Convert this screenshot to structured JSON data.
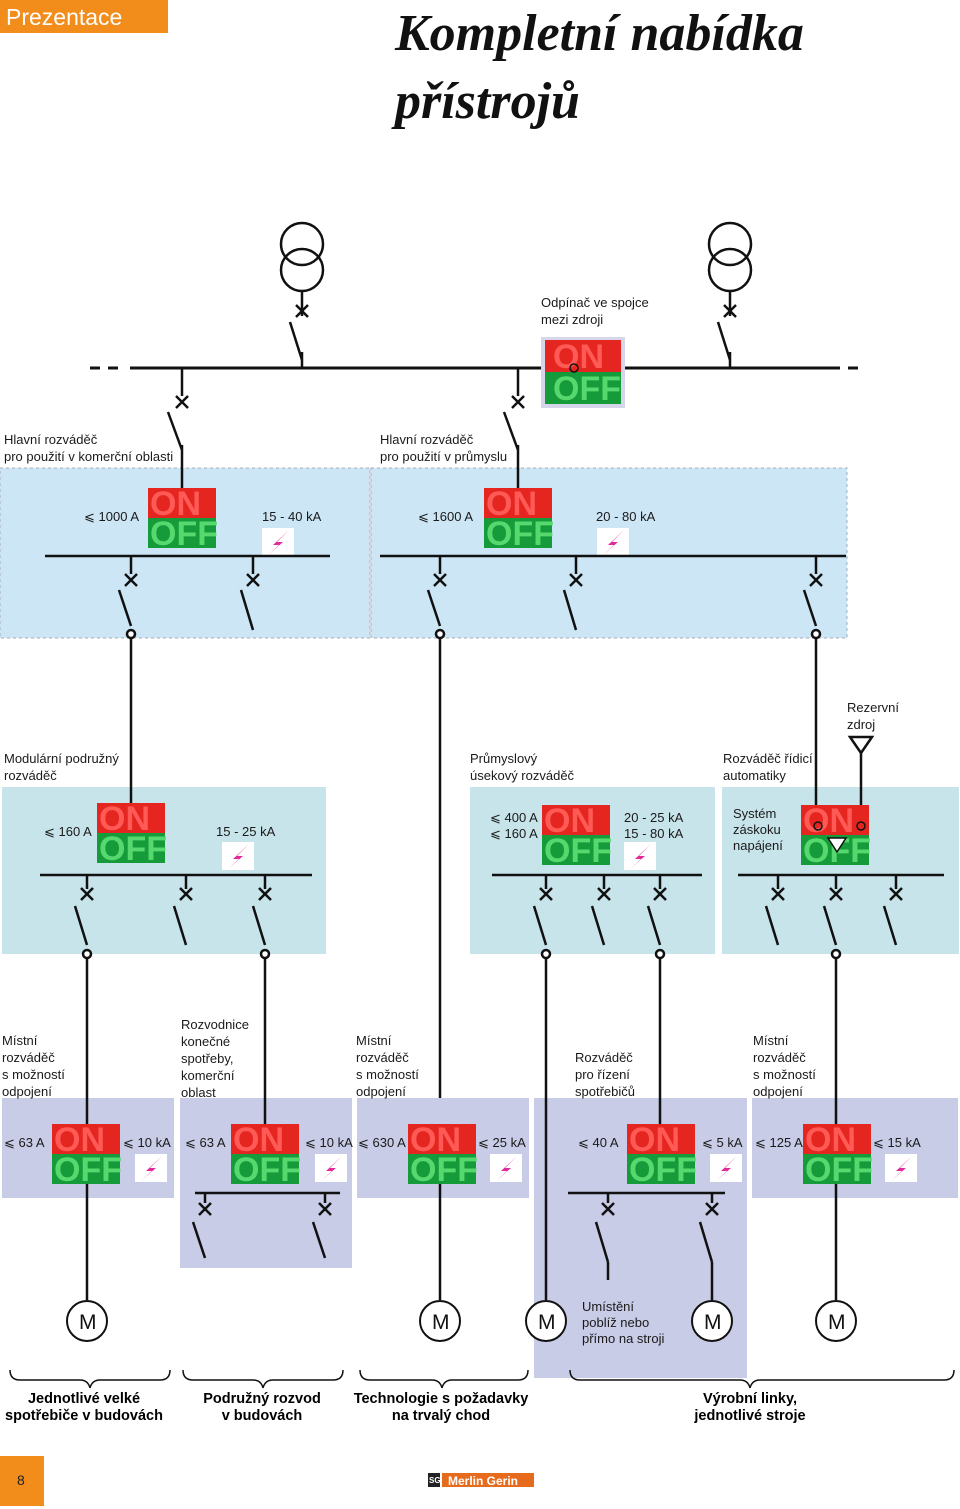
{
  "header": {
    "section": "Prezentace",
    "title_line1": "Kompletní nabídka",
    "title_line2": "přístrojů"
  },
  "colors": {
    "section_bg": "#f28c1a",
    "panel_blue": "#cce6f5",
    "panel_teal": "#c7e4ea",
    "panel_violet": "#c9cce6",
    "on_red": "#e52620",
    "off_green": "#159b3a",
    "bolt": "#e02a9a",
    "brand": "#e76b1c"
  },
  "coupler": {
    "label_l1": "Odpínač ve spojce",
    "label_l2": "mezi zdroji",
    "on": "ON",
    "off": "OFF"
  },
  "main": {
    "left": {
      "label_l1": "Hlavní rozváděč",
      "label_l2": "pro použití v komerční oblasti",
      "current": "⩽ 1000 A",
      "breaking": "15 - 40 kA"
    },
    "right": {
      "label_l1": "Hlavní rozváděč",
      "label_l2": "pro použití v průmyslu",
      "current": "⩽ 1600 A",
      "breaking": "20 - 80 kA"
    }
  },
  "level2": {
    "modular": {
      "label_l1": "Modulární podružný",
      "label_l2": "rozváděč",
      "current": "⩽ 160 A",
      "breaking": "15 - 25 kA"
    },
    "industrial": {
      "label_l1": "Průmyslový",
      "label_l2": "úsekový rozváděč",
      "current_l1": "⩽ 400 A",
      "current_l2": "⩽ 160 A",
      "breaking_l1": "20 - 25 kA",
      "breaking_l2": "15 - 80 kA"
    },
    "automation": {
      "label_l1": "Rozváděč řídicí",
      "label_l2": "automatiky",
      "system_l1": "Systém",
      "system_l2": "záskoku",
      "system_l3": "napájení"
    },
    "reserve": {
      "label_l1": "Rezervní",
      "label_l2": "zdroj"
    }
  },
  "level3": {
    "labels": [
      {
        "l1": "Místní",
        "l2": "rozváděč",
        "l3": "s možností",
        "l4": "odpojení",
        "l5": ""
      },
      {
        "l1": "Rozvodnice",
        "l2": "konečné",
        "l3": "spotřeby,",
        "l4": "komerční",
        "l5": "oblast"
      },
      {
        "l1": "Místní",
        "l2": "rozváděč",
        "l3": "s možností",
        "l4": "odpojení",
        "l5": ""
      },
      {
        "l1": "Rozváděč",
        "l2": "pro řízení",
        "l3": "spotřebičů",
        "l4": "",
        "l5": ""
      },
      {
        "l1": "Místní",
        "l2": "rozváděč",
        "l3": "s možností",
        "l4": "odpojení",
        "l5": ""
      }
    ],
    "ratings": [
      {
        "current": "⩽ 63 A",
        "breaking": "⩽ 10 kA"
      },
      {
        "current": "⩽ 63 A",
        "breaking": "⩽ 10 kA"
      },
      {
        "current": "⩽ 630 A",
        "breaking": "⩽ 25 kA"
      },
      {
        "current": "⩽ 40 A",
        "breaking": "⩽ 5 kA"
      },
      {
        "current": "⩽ 125 A",
        "breaking": "⩽ 15 kA"
      }
    ]
  },
  "motor_symbol": "M",
  "motor_note": {
    "l1": "Umístění",
    "l2": "poblíž nebo",
    "l3": "přímo na stroji"
  },
  "bottom_groups": [
    {
      "l1": "Jednotlivé velké",
      "l2": "spotřebiče v budovách"
    },
    {
      "l1": "Podružný rozvod",
      "l2": "v budovách"
    },
    {
      "l1": "Technologie s požadavky",
      "l2": "na trvalý chod"
    },
    {
      "l1": "Výrobní linky,",
      "l2": "jednotlivé stroje"
    }
  ],
  "footer": {
    "page_number": "8",
    "brand": "Merlin Gerin",
    "logo_mark": "SG"
  }
}
